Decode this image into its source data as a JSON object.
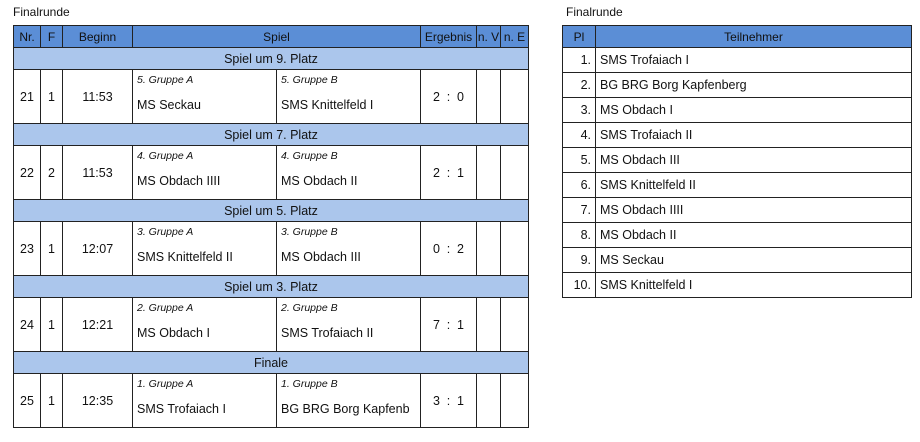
{
  "left": {
    "title": "Finalrunde",
    "headers": {
      "nr": "Nr.",
      "f": "F",
      "beginn": "Beginn",
      "spiel": "Spiel",
      "ergebnis": "Ergebnis",
      "n": "n. V",
      "e": "n. E"
    },
    "rounds": [
      {
        "label": "Spiel um 9. Platz",
        "nr": "21",
        "f": "1",
        "beginn": "11:53",
        "home_group": "5. Gruppe A",
        "home_team": "MS Seckau",
        "away_group": "5. Gruppe B",
        "away_team": "SMS Knittelfeld I",
        "home_score": "2",
        "away_score": "0"
      },
      {
        "label": "Spiel um 7. Platz",
        "nr": "22",
        "f": "2",
        "beginn": "11:53",
        "home_group": "4. Gruppe A",
        "home_team": "MS Obdach IIII",
        "away_group": "4. Gruppe B",
        "away_team": "MS Obdach II",
        "home_score": "2",
        "away_score": "1"
      },
      {
        "label": "Spiel um 5. Platz",
        "nr": "23",
        "f": "1",
        "beginn": "12:07",
        "home_group": "3. Gruppe A",
        "home_team": "SMS Knittelfeld II",
        "away_group": "3. Gruppe B",
        "away_team": "MS Obdach III",
        "home_score": "0",
        "away_score": "2"
      },
      {
        "label": "Spiel um 3. Platz",
        "nr": "24",
        "f": "1",
        "beginn": "12:21",
        "home_group": "2. Gruppe A",
        "home_team": "MS Obdach I",
        "away_group": "2. Gruppe B",
        "away_team": "SMS Trofaiach II",
        "home_score": "7",
        "away_score": "1"
      },
      {
        "label": "Finale",
        "nr": "25",
        "f": "1",
        "beginn": "12:35",
        "home_group": "1. Gruppe A",
        "home_team": "SMS Trofaiach I",
        "away_group": "1. Gruppe B",
        "away_team": "BG BRG Borg Kapfenb",
        "home_score": "3",
        "away_score": "1"
      }
    ]
  },
  "right": {
    "title": "Finalrunde",
    "headers": {
      "pl": "Pl",
      "teilnehmer": "Teilnehmer"
    },
    "rows": [
      {
        "pl": "1.",
        "team": "SMS Trofaiach I"
      },
      {
        "pl": "2.",
        "team": "BG BRG Borg Kapfenberg"
      },
      {
        "pl": "3.",
        "team": "MS Obdach I"
      },
      {
        "pl": "4.",
        "team": "SMS Trofaiach II"
      },
      {
        "pl": "5.",
        "team": "MS Obdach III"
      },
      {
        "pl": "6.",
        "team": "SMS Knittelfeld II"
      },
      {
        "pl": "7.",
        "team": "MS Obdach IIII"
      },
      {
        "pl": "8.",
        "team": "MS Obdach II"
      },
      {
        "pl": "9.",
        "team": "MS Seckau"
      },
      {
        "pl": "10.",
        "team": "SMS Knittelfeld I"
      }
    ]
  },
  "colors": {
    "header_blue": "#5b8ed6",
    "round_blue": "#abc6ec"
  },
  "score_separator": ":"
}
